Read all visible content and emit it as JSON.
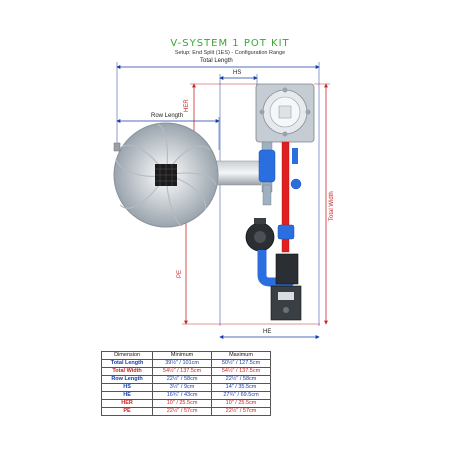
{
  "header": {
    "title": "V-SYSTEM 1 POT KIT",
    "subtitle": "Setup: End Split (1ES) - Configuration Range"
  },
  "dimension_labels": {
    "total_length": "Total Length",
    "hs": "HS",
    "her": "HER",
    "row_length": "Row Length",
    "pe": "PE",
    "total_width": "Total Width",
    "he": "HE"
  },
  "colors": {
    "title_green": "#36a832",
    "dim_blue": "#1a3ea8",
    "dim_red": "#c62828",
    "pipe_blue": "#2a6ee0",
    "pipe_red": "#e02020"
  },
  "table": {
    "headers": [
      "Dimension",
      "Minimum",
      "Maximum"
    ],
    "rows": [
      {
        "name": "Total Length",
        "min": "39½\" / 101cm",
        "max": "50½\" / 127.5cm",
        "color": "default"
      },
      {
        "name": "Total Width",
        "min": "54½\" / 137.5cm",
        "max": "54½\" / 137.5cm",
        "color": "red"
      },
      {
        "name": "Row Length",
        "min": "22½\" / 58cm",
        "max": "22½\" / 58cm",
        "color": "default"
      },
      {
        "name": "HS",
        "min": "3½\" / 9cm",
        "max": "14\" / 35.5cm",
        "color": "default"
      },
      {
        "name": "HE",
        "min": "16¾\" / 43cm",
        "max": "27¾\" / 69.5cm",
        "color": "default"
      },
      {
        "name": "HER",
        "min": "10\" / 25.5cm",
        "max": "10\" / 25.5cm",
        "color": "red"
      },
      {
        "name": "PE",
        "min": "22½\" / 57cm",
        "max": "22½\" / 57cm",
        "color": "red"
      }
    ]
  }
}
